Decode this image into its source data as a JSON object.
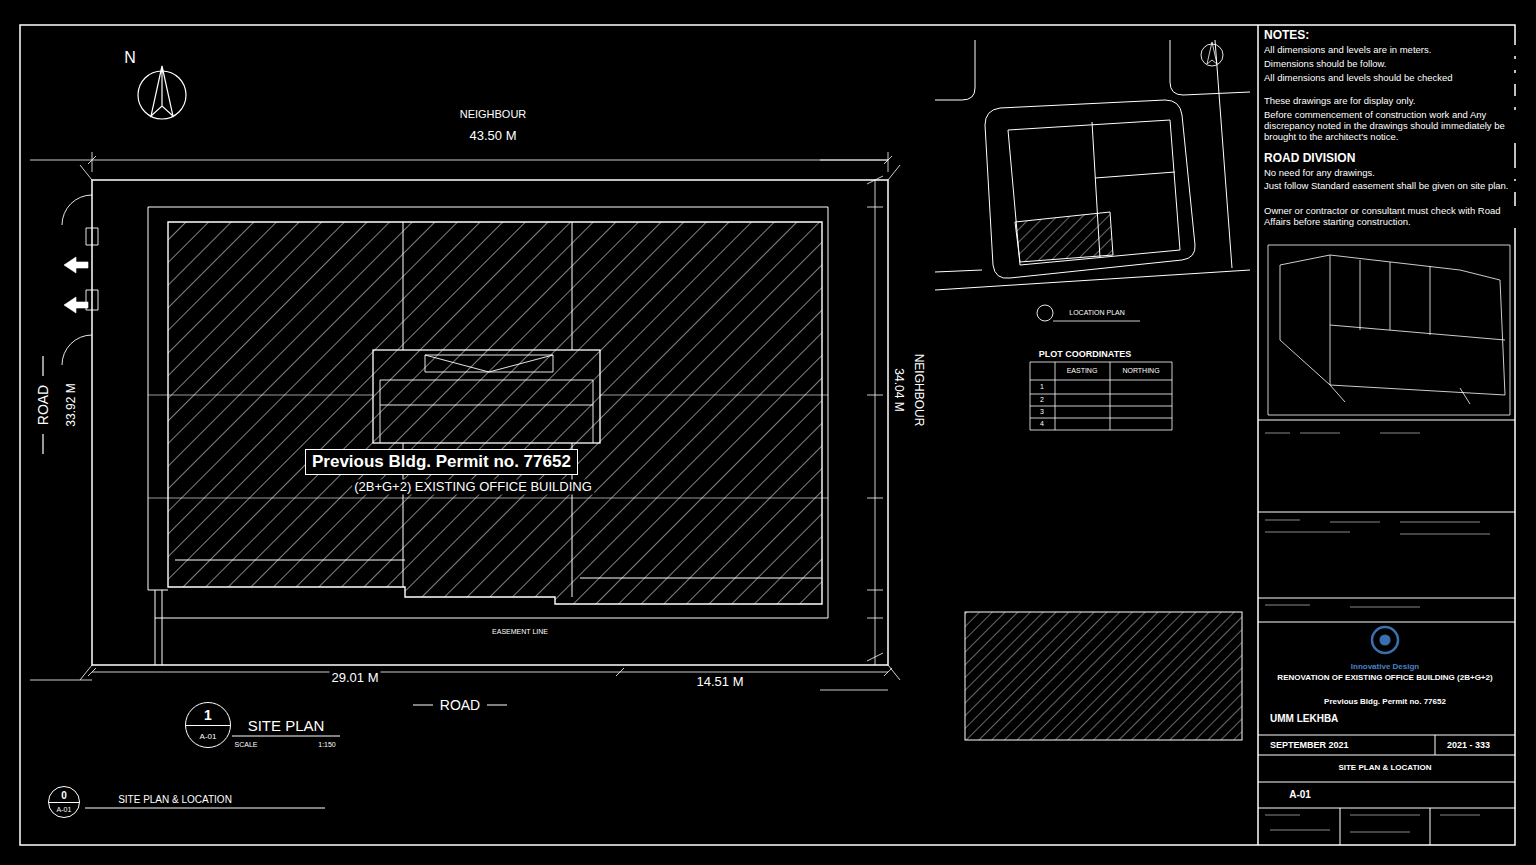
{
  "diagram": {
    "nodes": [
      {
        "text": [
          "Previous Bldg. Permit no. 77652"
        ]
      },
      {
        "text": [
          "1",
          "A-01"
        ]
      },
      {
        "text": [
          "0",
          "A-01"
        ]
      }
    ],
    "labels": [
      "N",
      "NEIGHBOUR",
      "43.50 M",
      "ROAD",
      "33.92 M",
      "34.04 M",
      "NEIGHBOUR",
      "(2B+G+2) EXISTING OFFICE BUILDING",
      "EASEMENT LINE",
      "29.01 M",
      "14.51 M",
      "ROAD",
      "SITE PLAN",
      "SCALE",
      "1:150",
      "SITE PLAN & LOCATION",
      "LOCATION PLAN",
      "PLOT COORDINATES",
      "EASTING",
      "NORTHING",
      "1",
      "2",
      "3",
      "4",
      "NOTES:",
      "All dimensions and levels are in meters.",
      "Dimensions should be follow.",
      "All dimensions and levels should be checked",
      "These drawings are for display only.",
      "Before commencement of construction work and Any discrepancy noted in the drawings should immediately be brought to the architect's notice.",
      "ROAD DIVISION",
      "No need for any drawings.",
      "Just follow Standard easement shall be given on site plan.",
      "Owner or contractor or consultant must check with Road Affairs before starting construction.",
      "Innovative Design",
      "RENOVATION OF EXISTING OFFICE BUILDING (2B+G+2)",
      "Previous Bldg. Permit no. 77652",
      "UMM LEKHBA",
      "SEPTEMBER 2021",
      "2021 - 333",
      "SITE PLAN & LOCATION",
      "A-01"
    ]
  }
}
